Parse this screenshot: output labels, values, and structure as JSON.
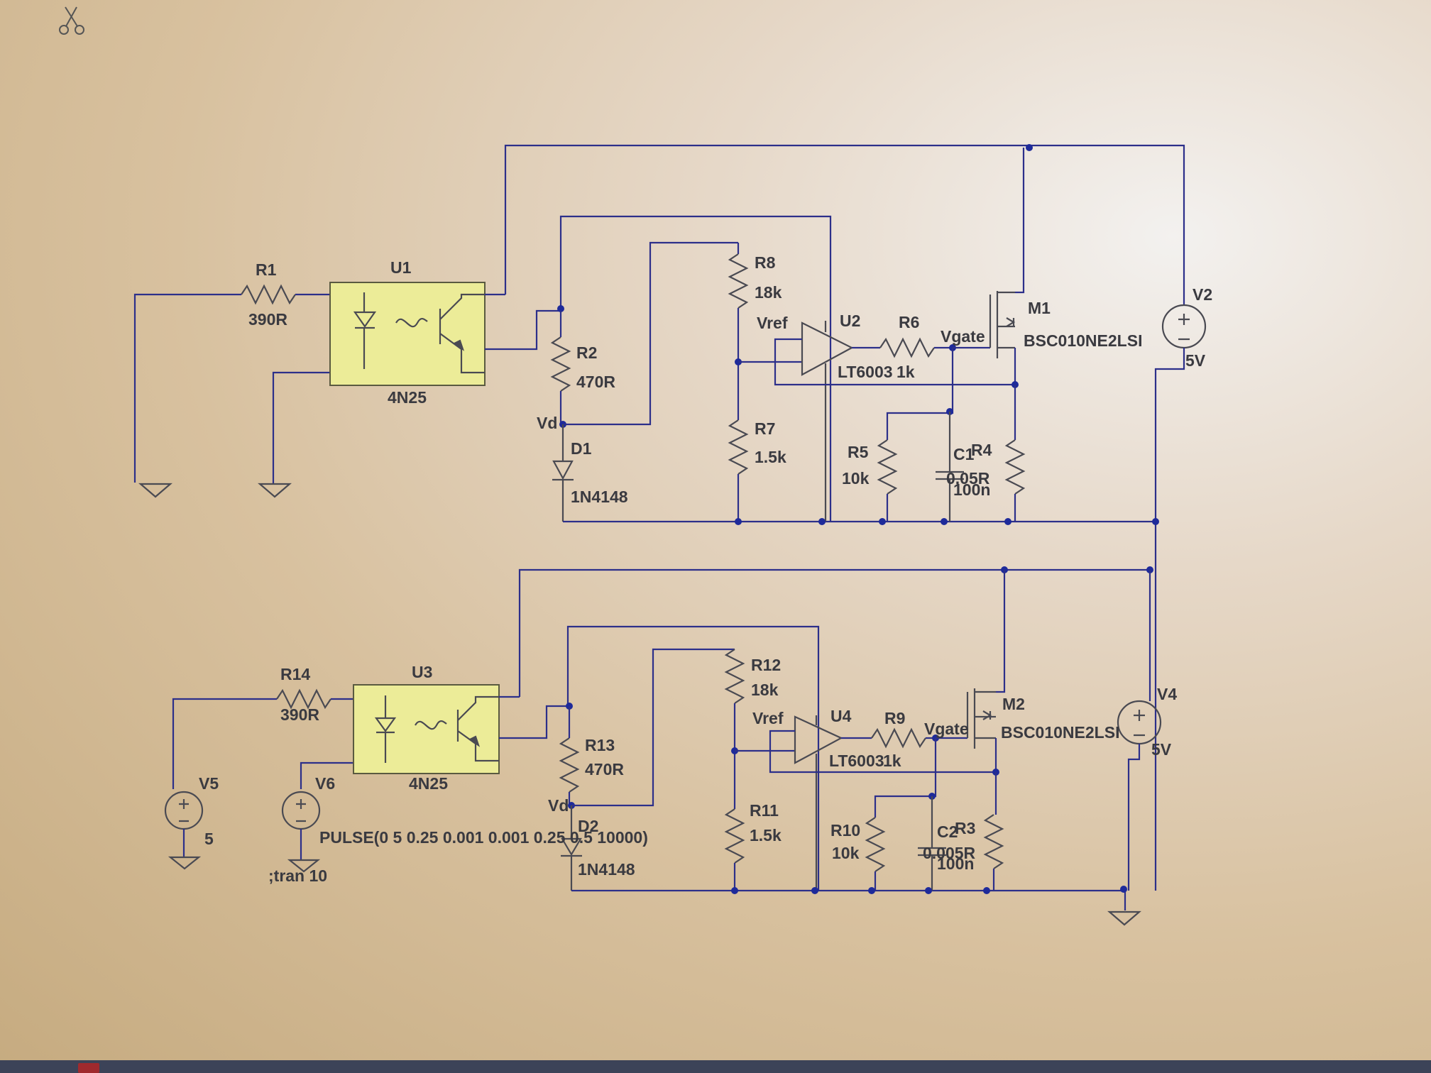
{
  "components": {
    "R1": {
      "ref": "R1",
      "value": "390R"
    },
    "U1": {
      "ref": "U1",
      "value": "4N25"
    },
    "R2": {
      "ref": "R2",
      "value": "470R"
    },
    "D1": {
      "ref": "D1",
      "value": "1N4148"
    },
    "R8": {
      "ref": "R8",
      "value": "18k"
    },
    "R7": {
      "ref": "R7",
      "value": "1.5k"
    },
    "U2": {
      "ref": "U2",
      "value": "LT6003"
    },
    "R6": {
      "ref": "R6",
      "value": "1k"
    },
    "R5": {
      "ref": "R5",
      "value": "10k"
    },
    "C1": {
      "ref": "C1",
      "value": "100n"
    },
    "R4": {
      "ref": "R4",
      "value": "0.05R"
    },
    "M1": {
      "ref": "M1",
      "value": "BSC010NE2LSI"
    },
    "V2": {
      "ref": "V2",
      "value": "5V"
    },
    "R14": {
      "ref": "R14",
      "value": "390R"
    },
    "U3": {
      "ref": "U3",
      "value": "4N25"
    },
    "R13": {
      "ref": "R13",
      "value": "470R"
    },
    "D2": {
      "ref": "D2",
      "value": "1N4148"
    },
    "R12": {
      "ref": "R12",
      "value": "18k"
    },
    "R11": {
      "ref": "R11",
      "value": "1.5k"
    },
    "U4": {
      "ref": "U4",
      "value": "LT6003"
    },
    "R9": {
      "ref": "R9",
      "value": "1k"
    },
    "R10": {
      "ref": "R10",
      "value": "10k"
    },
    "C2": {
      "ref": "C2",
      "value": "100n"
    },
    "R3": {
      "ref": "R3",
      "value": "0.005R"
    },
    "M2": {
      "ref": "M2",
      "value": "BSC010NE2LSI"
    },
    "V4": {
      "ref": "V4",
      "value": "5V"
    },
    "V5": {
      "ref": "V5",
      "value": "5"
    },
    "V6": {
      "ref": "V6",
      "value": "PULSE(0 5 0.25 0.001 0.001 0.25 0.5 10000)"
    }
  },
  "net_labels": {
    "vd": "Vd",
    "vref": "Vref",
    "vgate": "Vgate"
  },
  "directive": ";tran 10",
  "icons": {
    "cursor": "scissors-icon"
  },
  "colors": {
    "wire": "#2c2f8a",
    "junction": "#1e2a9a",
    "symbol": "#4a4a52",
    "optocoupler_fill": "#ecec98"
  }
}
